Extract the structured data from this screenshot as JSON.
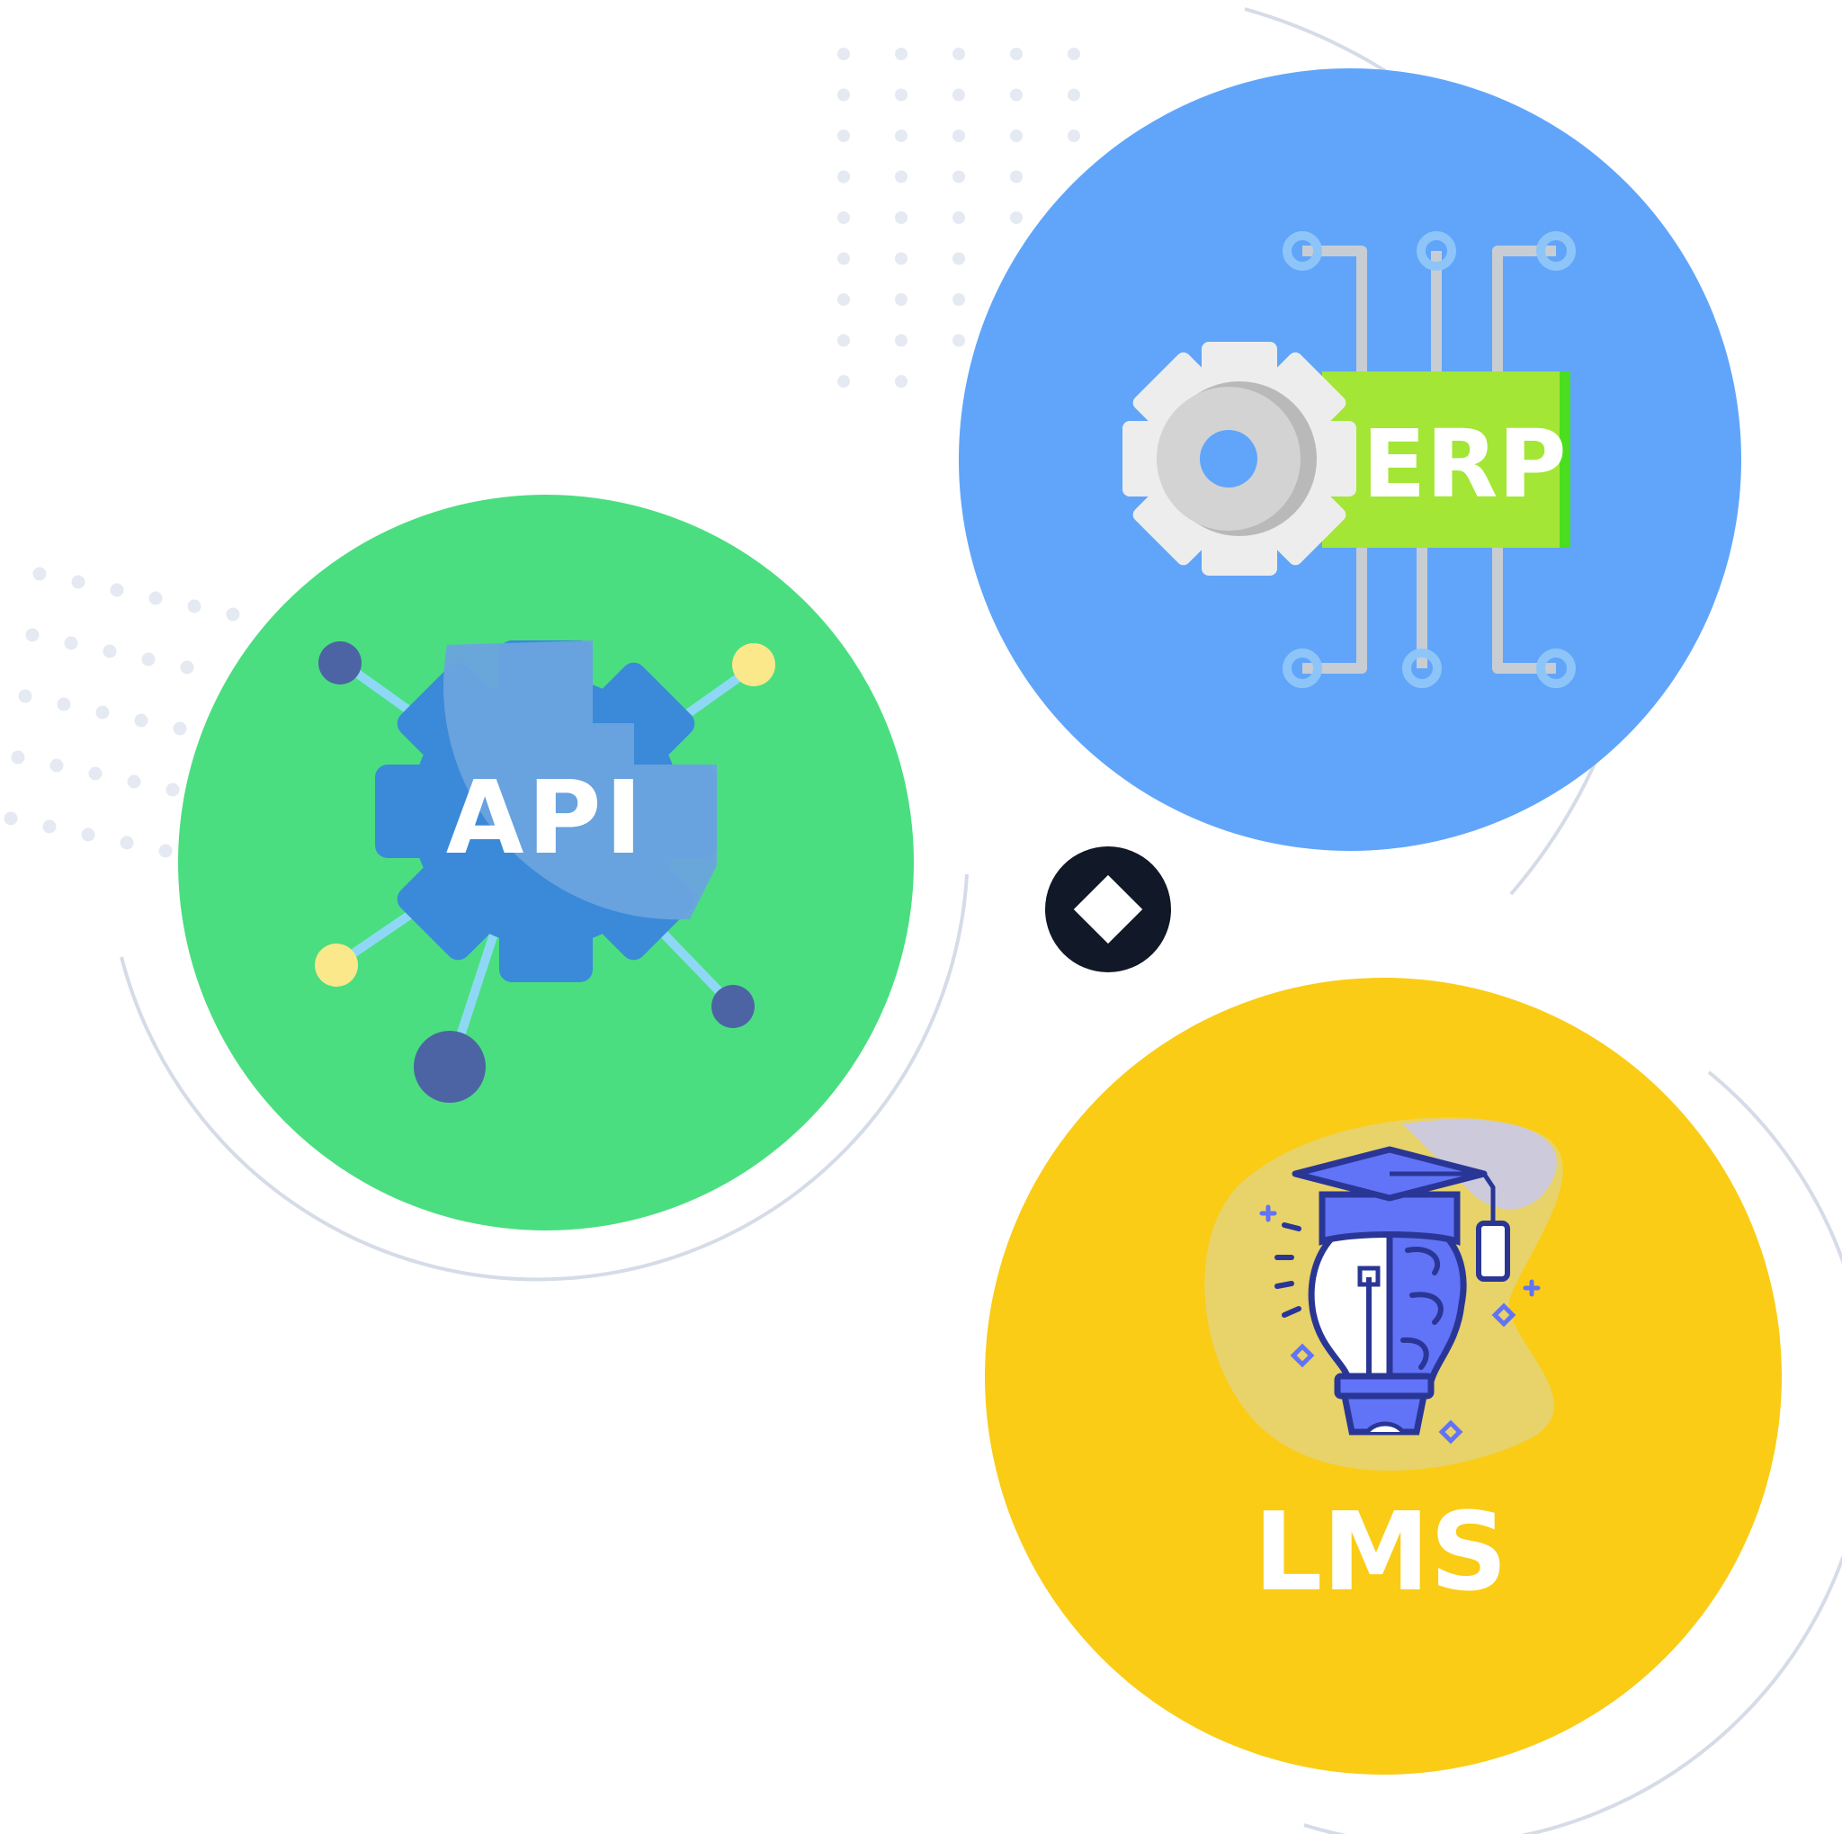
{
  "nodes": {
    "api": {
      "label": "API",
      "circle_color": "#4ADE80",
      "icon": "api-gear-network-icon"
    },
    "erp": {
      "label": "ERP",
      "circle_color": "#60A5FA",
      "icon": "erp-gear-circuit-icon"
    },
    "lms": {
      "label": "LMS",
      "circle_color": "#FACC15",
      "icon": "lms-graduation-brain-bulb-icon"
    }
  },
  "hub": {
    "icon": "diamond-icon",
    "color": "#111827"
  },
  "colors": {
    "orbit": "#D5DCE8",
    "dots": "#E5E9F2",
    "gear_dark": "#3B8AD9",
    "gear_light": "#6AA3DF",
    "node_dark": "#4C64A4",
    "node_light": "#FBE88A",
    "line_light": "#8FD8F5",
    "erp_green": "#A3E635",
    "erp_gear": "#EDEDED",
    "trace": "#C8CDD3",
    "pad": "#8EC5F9",
    "lms_blue": "#6173F6",
    "lms_navy": "#2A3696"
  }
}
